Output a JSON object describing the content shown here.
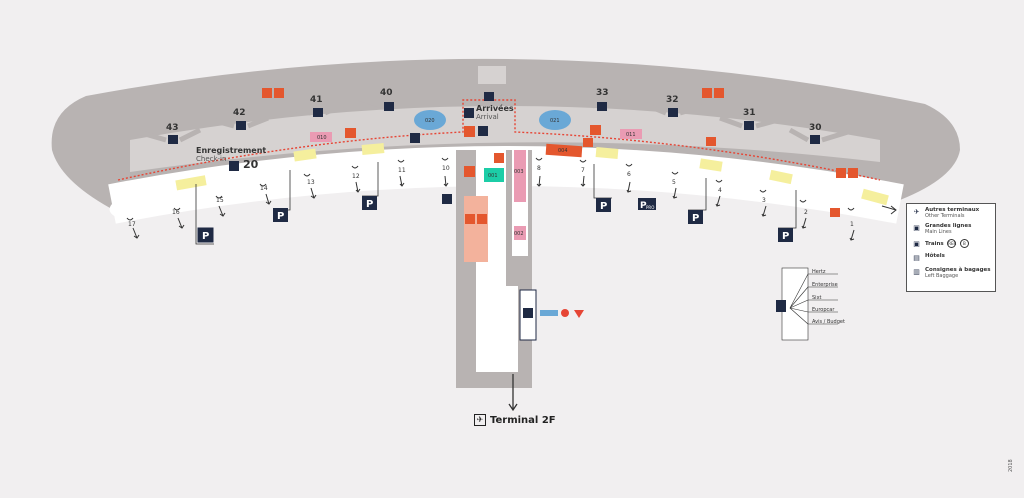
{
  "colors": {
    "building": "#b8b3b2",
    "floor": "#ffffff",
    "piers": "#d6d2d1",
    "security_line": "#e64535",
    "service_blue": "#1f2a44",
    "info_orange": "#e4572e",
    "shop_pink": "#ea9bb3",
    "shop_salmon": "#f3b29c",
    "shop_teal": "#1ccda7",
    "lounge_blue": "#6aa8d6",
    "zone_yellow": "#f5ef9d"
  },
  "gates": [
    {
      "label": "43",
      "icon": "jetway-icon"
    },
    {
      "label": "42",
      "icon": "jetway-icon"
    },
    {
      "label": "41",
      "icon": "jetway-icon"
    },
    {
      "label": "40",
      "icon": "jetway-icon"
    },
    {
      "label": "33",
      "icon": "jetway-icon"
    },
    {
      "label": "32",
      "icon": "jetway-icon"
    },
    {
      "label": "31",
      "icon": "jetway-icon"
    },
    {
      "label": "30",
      "icon": "jetway-icon"
    }
  ],
  "exits": [
    "17",
    "16",
    "15",
    "14",
    "13",
    "12",
    "11",
    "10",
    "8",
    "7",
    "6",
    "5",
    "4",
    "3",
    "2",
    "1"
  ],
  "shop_codes": [
    "010",
    "020",
    "021",
    "011",
    "004",
    "001",
    "003",
    "002"
  ],
  "checkin": {
    "title": "Enregistrement",
    "subtitle": "Check-in",
    "hall": "20"
  },
  "arrivals": {
    "title": "Arrivées",
    "subtitle": "Arrival"
  },
  "parking": {
    "symbol": "P",
    "pro_label": "PRO"
  },
  "rental": {
    "items": [
      "Hertz",
      "Enterprise",
      "Sixt",
      "Europcar",
      "Avis / Budget"
    ]
  },
  "legend": [
    {
      "icon": "plane-icon",
      "main": "Autres terminaux",
      "sub": "Other Terminals"
    },
    {
      "icon": "train-icon",
      "main": "Grandes lignes",
      "sub": "Main Lines"
    },
    {
      "icon": "train-icon",
      "main": "Trains",
      "sub": "",
      "badges": [
        "RER",
        "B"
      ]
    },
    {
      "icon": "hotel-icon",
      "main": "Hôtels",
      "sub": ""
    },
    {
      "icon": "luggage-icon",
      "main": "Consignes à bagages",
      "sub": "Left Baggage"
    }
  ],
  "terminal_link": "Terminal 2F",
  "year": "2018"
}
